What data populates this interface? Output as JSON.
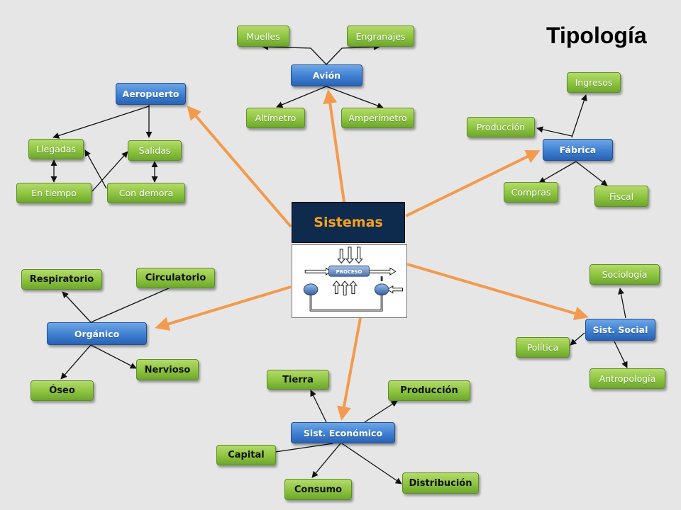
{
  "title": "Tipología",
  "center": {
    "label": "Sistemas",
    "process_label": "PROCESO"
  },
  "nodes": {
    "avion": "Avión",
    "muelles": "Muelles",
    "engranajes": "Engranajes",
    "altimetro": "Altímetro",
    "amperimetro": "Amperímetro",
    "aeropuerto": "Aeropuerto",
    "llegadas": "Llegadas",
    "salidas": "Salidas",
    "en_tiempo": "En tiempo",
    "con_demora": "Con demora",
    "fabrica": "Fábrica",
    "ingresos": "Ingresos",
    "produccion_fab": "Producción",
    "compras": "Compras",
    "fiscal": "Fiscal",
    "organico": "Orgánico",
    "respiratorio": "Respiratorio",
    "circulatorio": "Circulatorio",
    "oseo": "Óseo",
    "nervioso": "Nervioso",
    "sist_social": "Sist. Social",
    "sociologia": "Sociología",
    "politica": "Política",
    "antropologia": "Antropología",
    "sist_economico": "Sist. Económico",
    "tierra": "Tierra",
    "produccion_eco": "Producción",
    "capital": "Capital",
    "consumo": "Consumo",
    "distribucion": "Distribución"
  },
  "colors": {
    "background": "#e6e6e6",
    "green_node": "#8cc43f",
    "blue_node": "#3e7fd1",
    "center_bg": "#0e2a4d",
    "center_text": "#f4a21c",
    "main_arrow": "#f39a4c",
    "sub_arrow": "#111111"
  }
}
